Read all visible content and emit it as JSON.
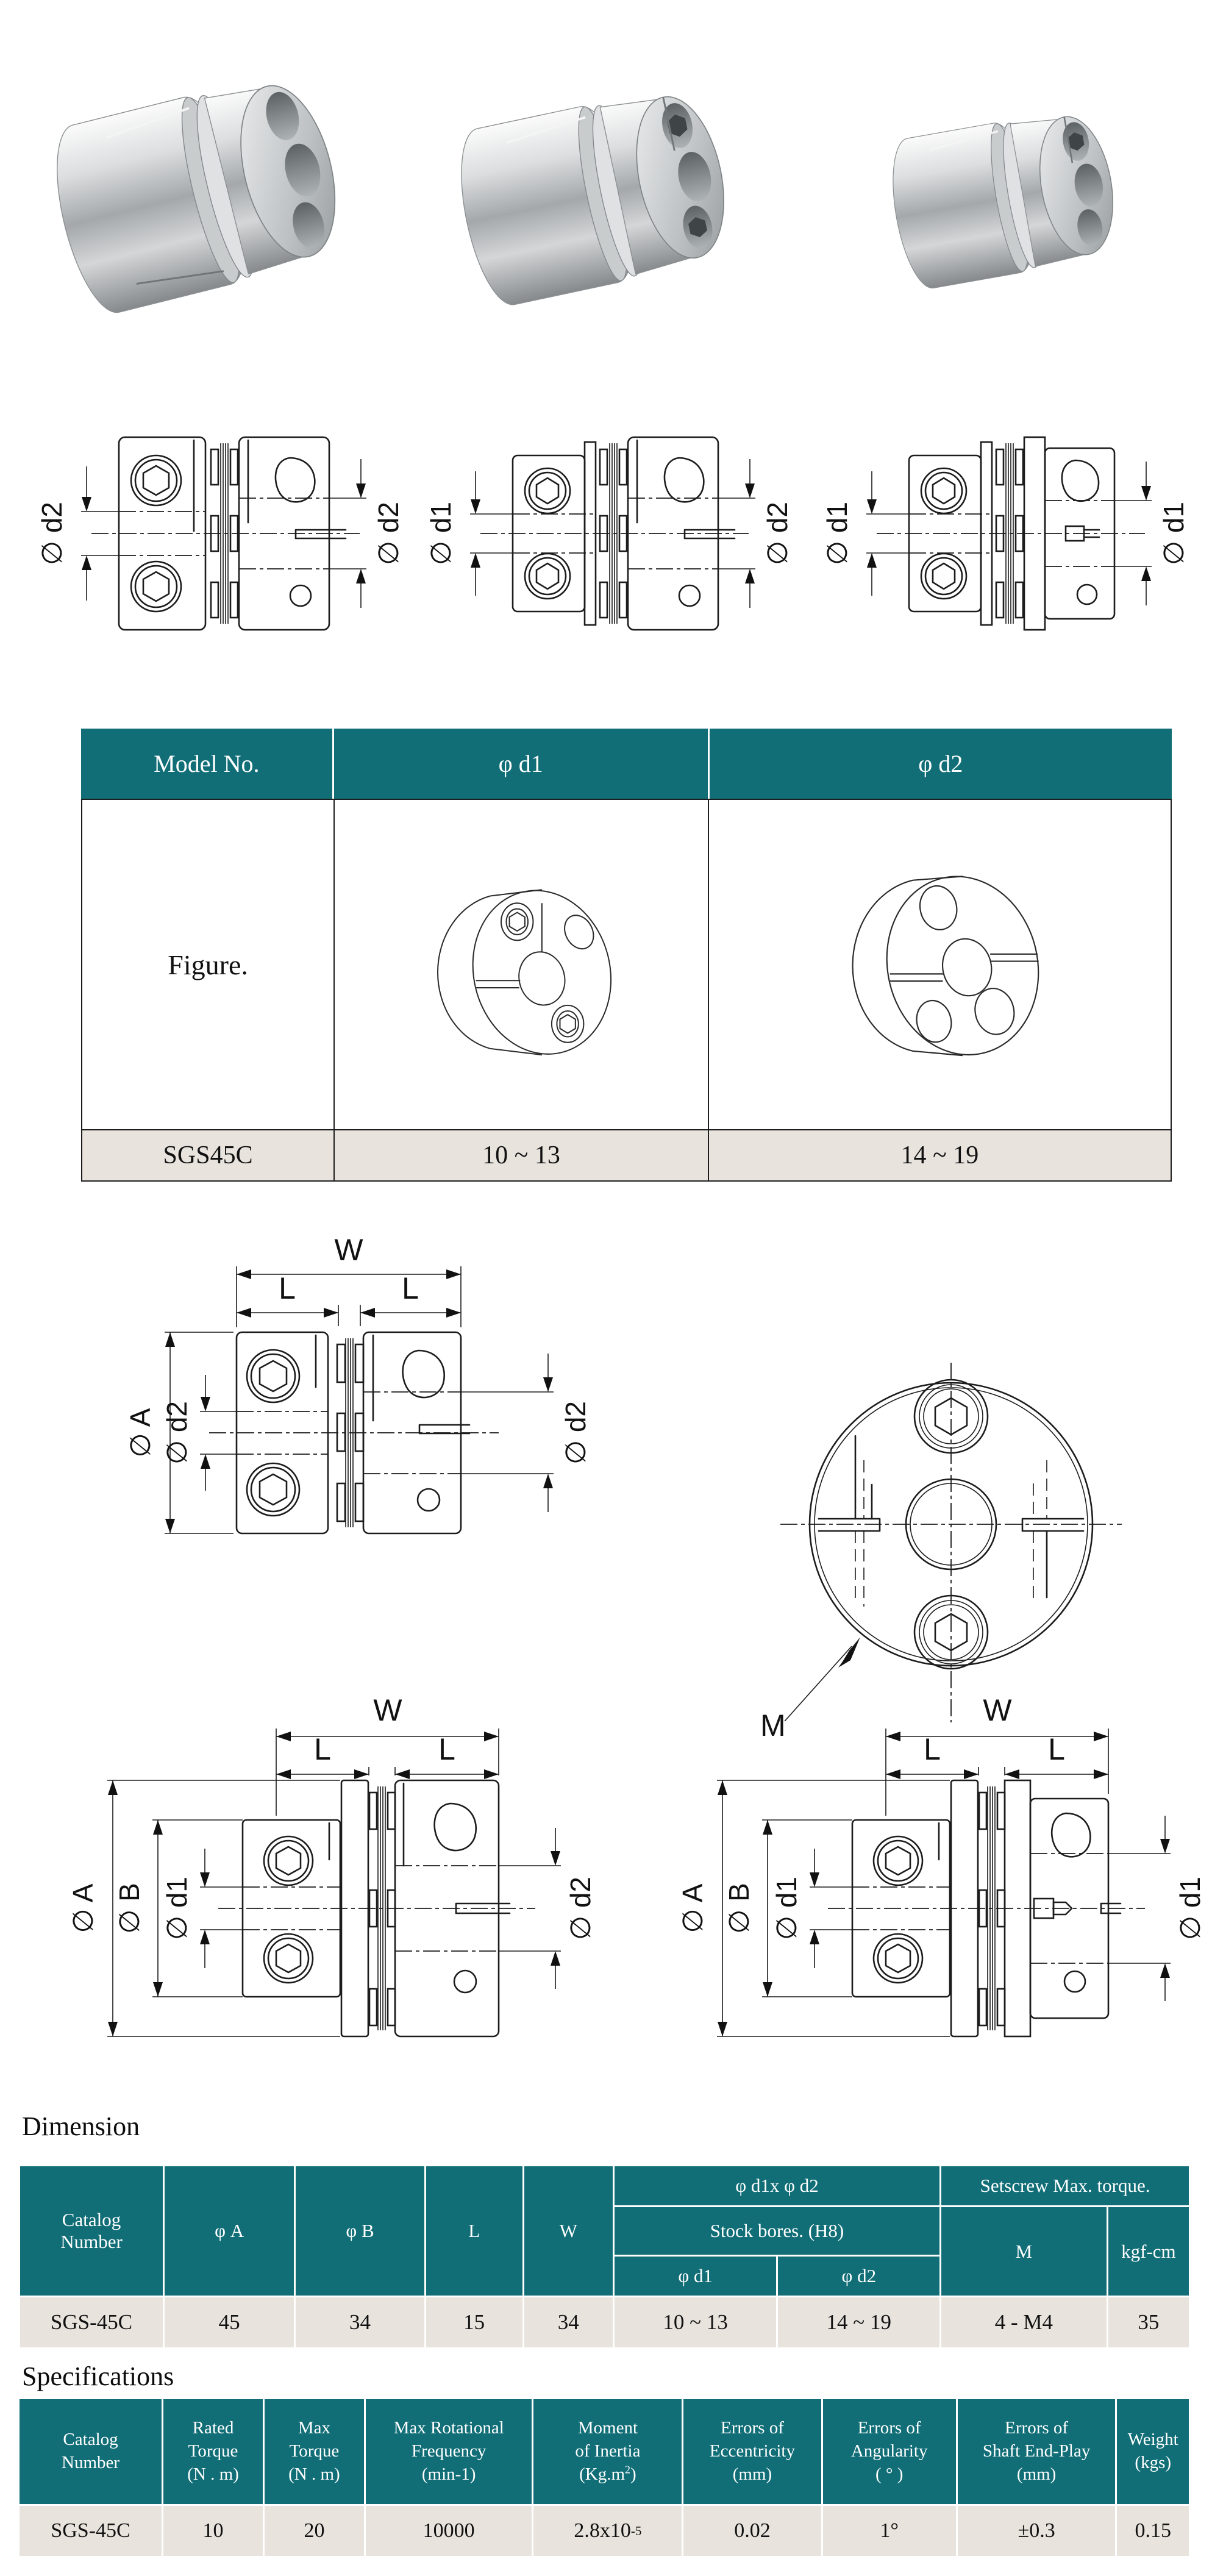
{
  "colors": {
    "teal": "#116E77",
    "row_bg": "#E8E3DD",
    "line": "#1c1c1c"
  },
  "dim_labels": {
    "w": "W",
    "l": "L",
    "phi_a": "∅ A",
    "phi_b": "∅ B",
    "phi_d1": "∅ d1",
    "phi_d2": "∅ d2",
    "m": "M"
  },
  "top_views": {
    "v1_left": "∅ d2",
    "v1_right": "∅ d2",
    "v2_left": "∅ d1",
    "v2_right": "∅ d2",
    "v3_left": "∅ d1",
    "v3_right": "∅ d1"
  },
  "model_table": {
    "col_model": "Model No.",
    "col_d1": "φ d1",
    "col_d2": "φ d2",
    "figure_label": "Figure.",
    "row_model": "SGS45C",
    "row_d1": "10 ~ 13",
    "row_d2": "14 ~ 19"
  },
  "dimension": {
    "heading": "Dimension",
    "h_catalog": [
      "Catalog",
      "Number"
    ],
    "h_phi_a": "φ A",
    "h_phi_b": "φ B",
    "h_l": "L",
    "h_w": "W",
    "h_d1xd2": "φ d1x φ d2",
    "h_stock": "Stock bores. (H8)",
    "h_d1": "φ d1",
    "h_d2": "φ d2",
    "h_setscrew": "Setscrew Max. torque.",
    "h_m": "M",
    "h_kgf": "kgf-cm",
    "r_catalog": "SGS-45C",
    "r_phi_a": "45",
    "r_phi_b": "34",
    "r_l": "15",
    "r_w": "34",
    "r_d1": "10 ~ 13",
    "r_d2": "14 ~ 19",
    "r_m": "4 - M4",
    "r_kgf": "35"
  },
  "specs": {
    "heading": "Specifications",
    "h_catalog": [
      "Catalog",
      "Number"
    ],
    "h_rated": [
      "Rated",
      "Torque",
      "(N . m)"
    ],
    "h_max": [
      "Max",
      "Torque",
      "(N . m)"
    ],
    "h_freq": [
      "Max Rotational",
      "Frequency",
      "(min-1)"
    ],
    "h_inertia": [
      "Moment",
      "of Inertia"
    ],
    "h_inertia_unit_base": "(Kg.m",
    "h_inertia_unit_sup": "2",
    "h_inertia_unit_close": ")",
    "h_ecc": [
      "Errors of",
      "Eccentricity",
      "(mm)"
    ],
    "h_ang": [
      "Errors of",
      "Angularity",
      "( ° )"
    ],
    "h_endplay": [
      "Errors of",
      "Shaft End-Play",
      "(mm)"
    ],
    "h_weight": [
      "Weight",
      "(kgs)"
    ],
    "r_catalog": "SGS-45C",
    "r_rated": "10",
    "r_max": "20",
    "r_freq": "10000",
    "r_inertia_base": "2.8x10",
    "r_inertia_sup": "-5",
    "r_ecc": "0.02",
    "r_ang": "1°",
    "r_endplay": "±0.3",
    "r_weight": "0.15"
  }
}
